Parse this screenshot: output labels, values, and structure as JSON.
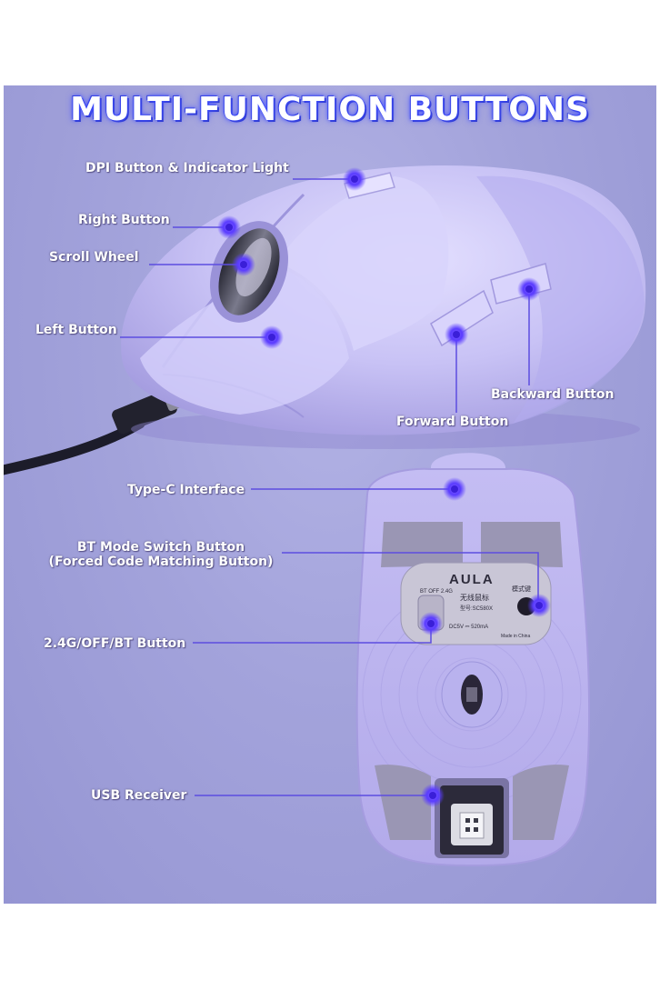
{
  "title": "MULTI-FUNCTION BUTTONS",
  "callouts": {
    "dpi_button": "DPI Button & Indicator Light",
    "right_button": "Right Button",
    "scroll_wheel": "Scroll Wheel",
    "left_button": "Left Button",
    "backward_button": "Backward Button",
    "forward_button": "Forward Button",
    "type_c": "Type-C Interface",
    "bt_mode_line1": "BT Mode Switch Button",
    "bt_mode_line2": "(Forced Code Matching Button)",
    "mode_switch": "2.4G/OFF/BT Button",
    "usb_receiver": "USB Receiver"
  },
  "sticker": {
    "brand": "AULA",
    "switch_text": "BT  OFF  2.4G",
    "product_cn": "无线鼠标",
    "model": "型号:SC580X",
    "mode_key_cn": "模式键",
    "power": "DC5V ⎓ 520mA",
    "made_in": "Made in China"
  },
  "colors": {
    "background": "#a3a3db",
    "mouse_body": "#c8c2f5",
    "mouse_shadow": "#9f98dd",
    "accent_glow": "#5a3cff",
    "callout_line": "#5c4de0"
  }
}
